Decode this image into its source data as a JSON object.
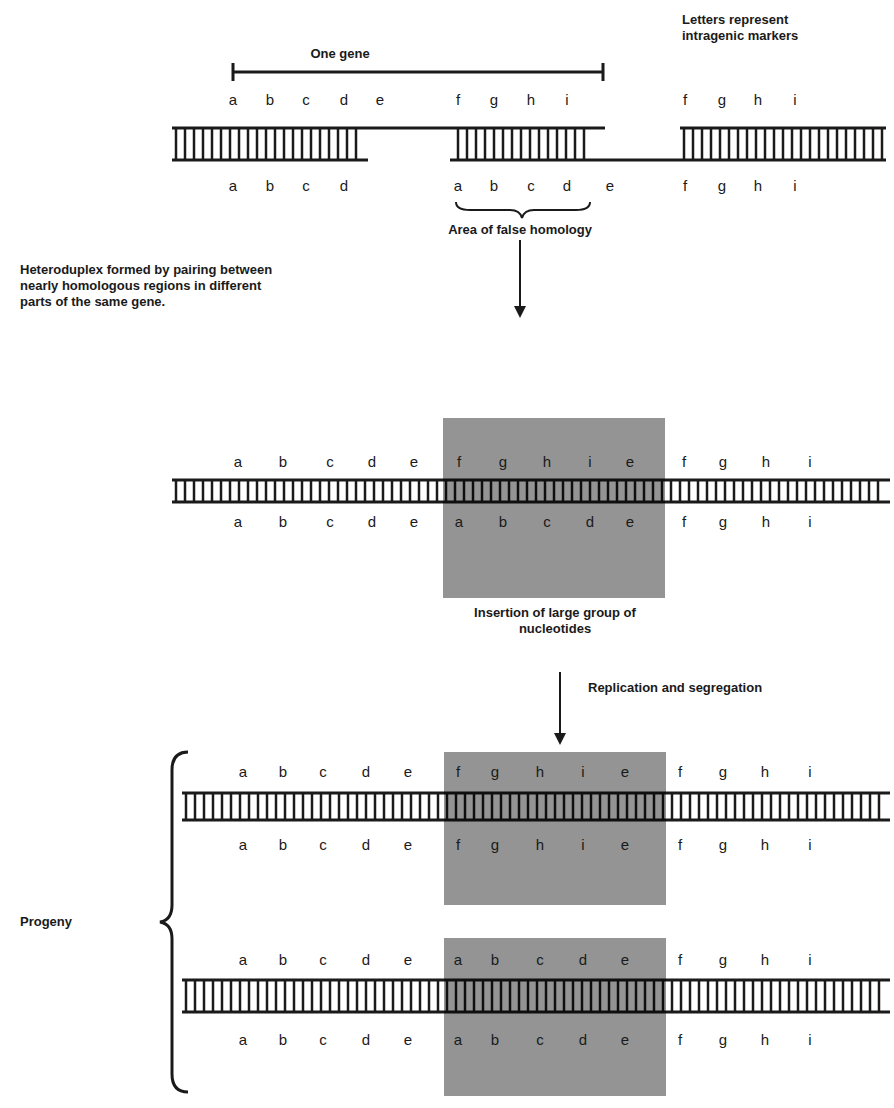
{
  "diagram": {
    "nodes": [
      {
        "text": [
          "f",
          "g",
          "h",
          "i",
          "e",
          "a",
          "b",
          "c",
          "d",
          "e"
        ]
      },
      {
        "text": [
          "f",
          "g",
          "h",
          "i",
          "e",
          "f",
          "g",
          "h",
          "i",
          "e"
        ]
      },
      {
        "text": [
          "a",
          "b",
          "c",
          "d",
          "e",
          "a",
          "b",
          "c",
          "d",
          "e"
        ]
      }
    ],
    "labels": [
      "One gene",
      "Letters represent intragenic markers",
      "a",
      "b",
      "c",
      "d",
      "e",
      "f",
      "g",
      "h",
      "i",
      "f",
      "g",
      "h",
      "i",
      "a",
      "b",
      "c",
      "d",
      "a",
      "b",
      "c",
      "d",
      "e",
      "f",
      "g",
      "h",
      "i",
      "Area of false homology",
      "Heteroduplex formed by pairing between nearly homologous regions in different parts of the same gene.",
      "a",
      "b",
      "c",
      "d",
      "e",
      "f",
      "g",
      "h",
      "i",
      "a",
      "b",
      "c",
      "d",
      "e",
      "f",
      "g",
      "h",
      "i",
      "Insertion of large group of nucleotides",
      "Replication and segregation",
      "a",
      "b",
      "c",
      "d",
      "e",
      "f",
      "g",
      "h",
      "i",
      "a",
      "b",
      "c",
      "d",
      "e",
      "f",
      "g",
      "h",
      "i",
      "a",
      "b",
      "c",
      "d",
      "e",
      "f",
      "g",
      "h",
      "i",
      "a",
      "b",
      "c",
      "d",
      "e",
      "f",
      "g",
      "h",
      "i",
      "Progeny"
    ]
  }
}
